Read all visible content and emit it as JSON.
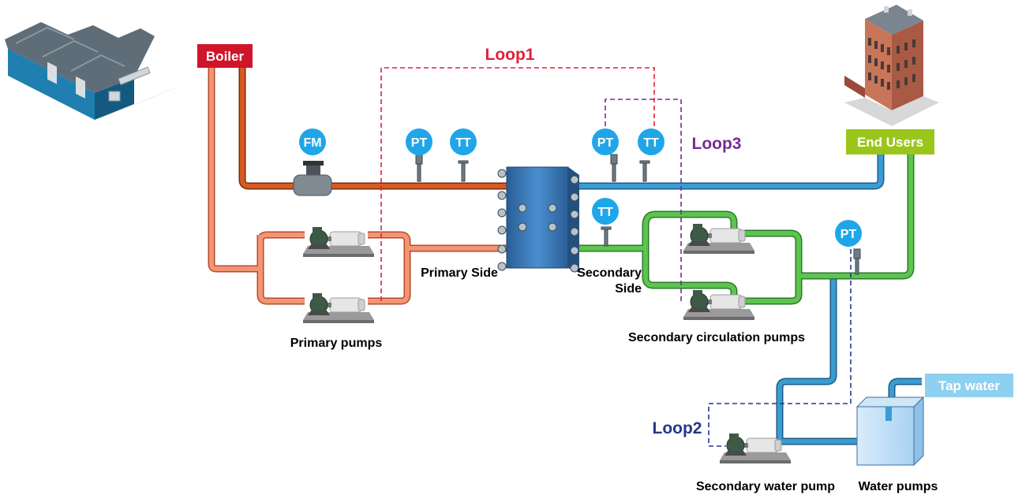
{
  "labels": {
    "boiler": "Boiler",
    "end_users": "End Users",
    "tap_water": "Tap water",
    "primary_side": "Primary Side",
    "secondary_side_line1": "Secondary",
    "secondary_side_line2": "Side",
    "primary_pumps": "Primary pumps",
    "secondary_circulation_pumps": "Secondary circulation pumps",
    "secondary_water_pump": "Secondary water pump",
    "water_pumps": "Water pumps"
  },
  "loops": {
    "loop1": "Loop1",
    "loop2": "Loop2",
    "loop3": "Loop3"
  },
  "instruments": {
    "fm": "FM",
    "pt_primary": "PT",
    "tt_primary": "TT",
    "pt_secondary": "PT",
    "tt_secondary": "TT",
    "tt_supply": "TT",
    "pt_water": "PT"
  },
  "colors": {
    "boiler_label": "#d0142a",
    "end_users_label": "#9ac61c",
    "tap_water_label": "#8dd0ef",
    "instrument_bubble": "#1fa6e8",
    "hot_pipe": "#c8471c",
    "primary_return_pipe": "#f08a64",
    "secondary_supply_pipe": "#2f8ec4",
    "secondary_return_pipe": "#4db844",
    "loop1": "#e0203a",
    "loop2": "#25378a",
    "loop3": "#7a2a96"
  }
}
